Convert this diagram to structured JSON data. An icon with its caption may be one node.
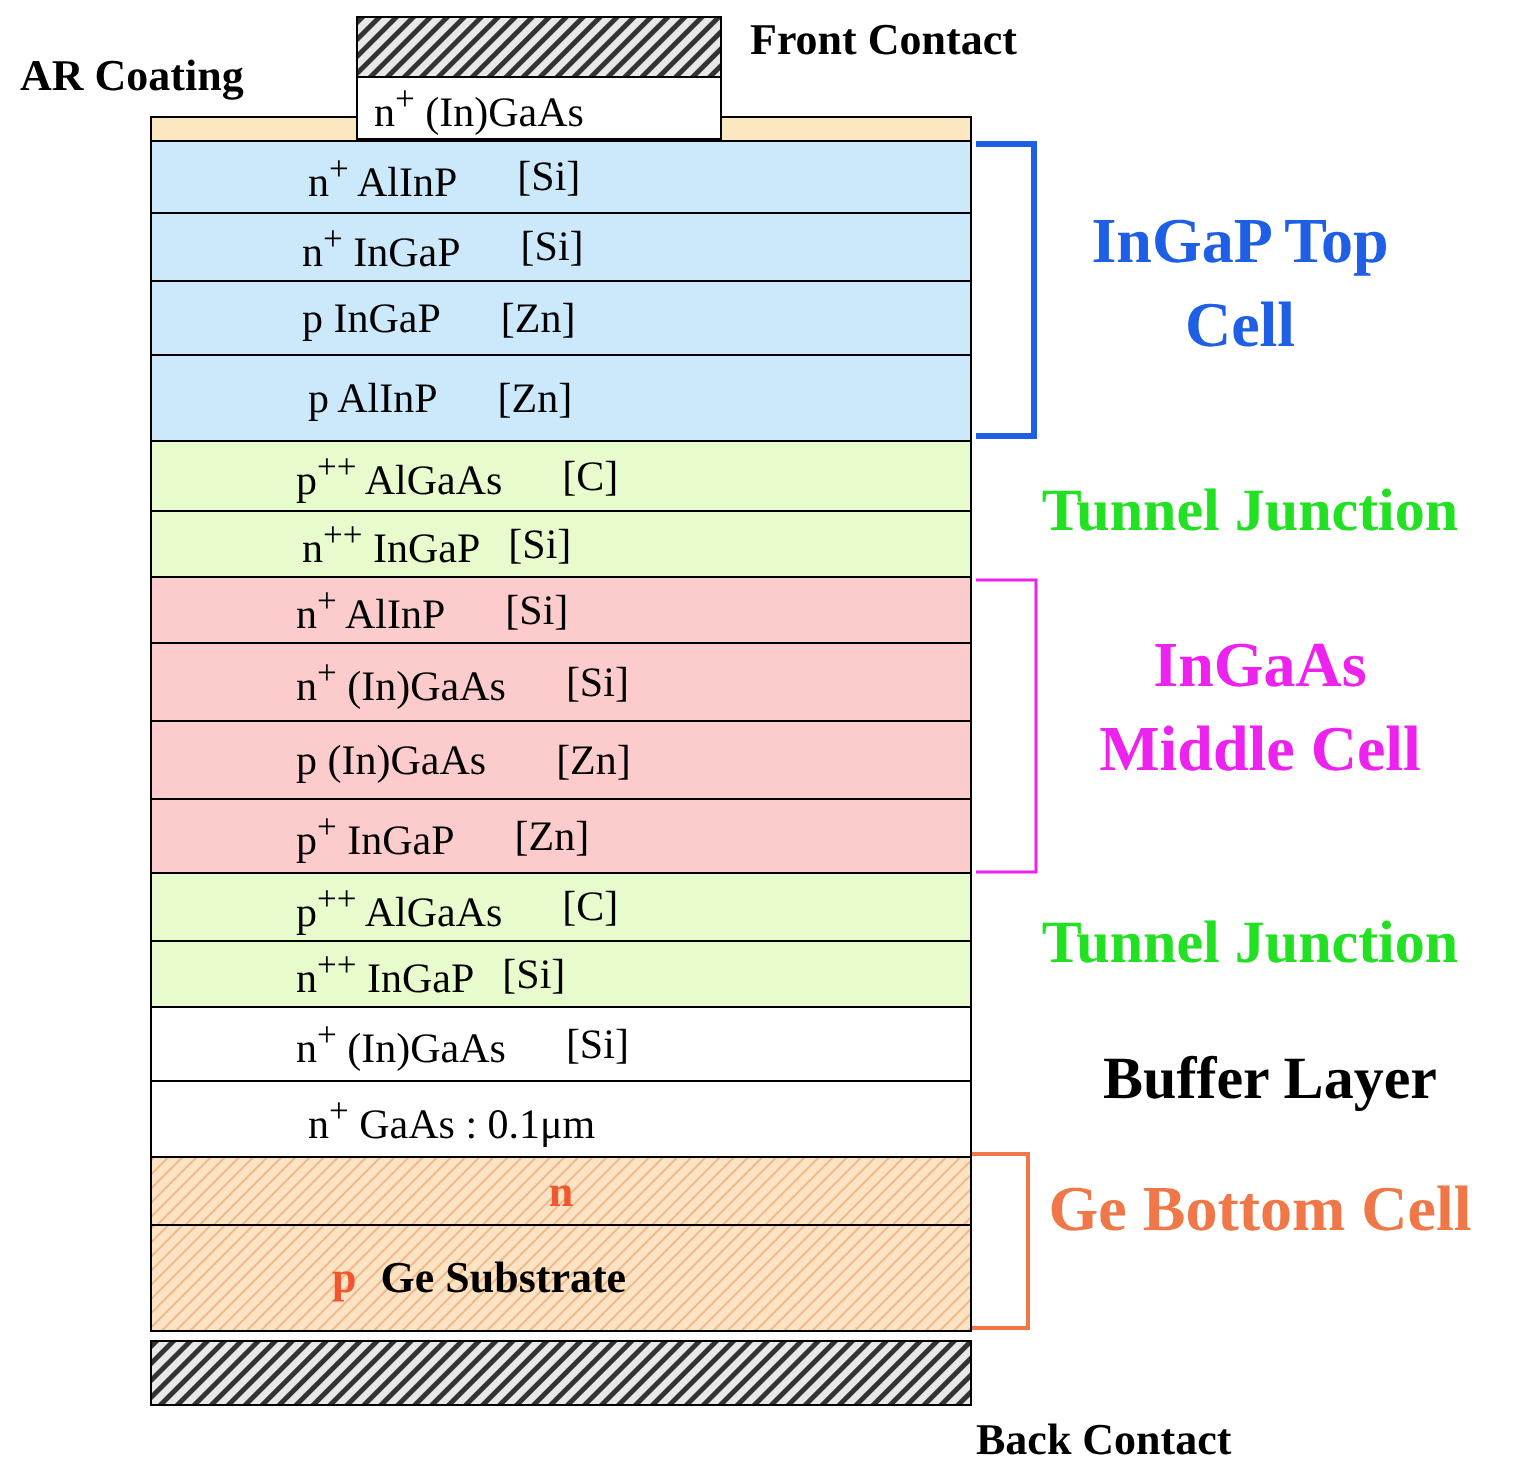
{
  "diagram": {
    "nodes": [
      {
        "text": [],
        "shape": "bar"
      },
      {
        "text": [
          "n$^{+}$ (In)GaAs"
        ]
      },
      {
        "text": [],
        "shape": "bar"
      },
      {
        "text": [
          "n$^{+}$ AlInP",
          "[Si]"
        ]
      },
      {
        "text": [
          "n$^{+}$ InGaP",
          "[Si]"
        ]
      },
      {
        "text": [
          "p InGaP",
          "[Zn]"
        ]
      },
      {
        "text": [
          "p AlInP",
          "[Zn]"
        ]
      },
      {
        "text": [
          "p$^{++}$ AlGaAs",
          "[C]"
        ]
      },
      {
        "text": [
          "n$^{++}$ InGaP",
          "[Si]"
        ]
      },
      {
        "text": [
          "n$^{+}$ AlInP",
          "[Si]"
        ]
      },
      {
        "text": [
          "n$^{+}$ (In)GaAs",
          "[Si]"
        ]
      },
      {
        "text": [
          "p (In)GaAs",
          "[Zn]"
        ]
      },
      {
        "text": [
          "p$^{+}$ InGaP",
          "[Zn]"
        ]
      },
      {
        "text": [
          "p$^{++}$ AlGaAs",
          "[C]"
        ]
      },
      {
        "text": [
          "n$^{++}$ InGaP",
          "[Si]"
        ]
      },
      {
        "text": [
          "n$^{+}$ (In)GaAs",
          "[Si]"
        ]
      },
      {
        "text": [
          "n$^{+}$ GaAs : 0.1μm"
        ]
      },
      {
        "text": [
          "n"
        ]
      },
      {
        "text": [
          "p",
          "Ge Substrate"
        ]
      },
      {
        "text": [],
        "shape": "bar"
      }
    ],
    "labels": [
      "AR Coating",
      "Front Contact",
      "InGaP Top Cell",
      "Tunnel Junction",
      "InGaAs Middle Cell",
      "Tunnel Junction",
      "Buffer Layer",
      "Ge Bottom Cell",
      "Back Contact"
    ]
  }
}
